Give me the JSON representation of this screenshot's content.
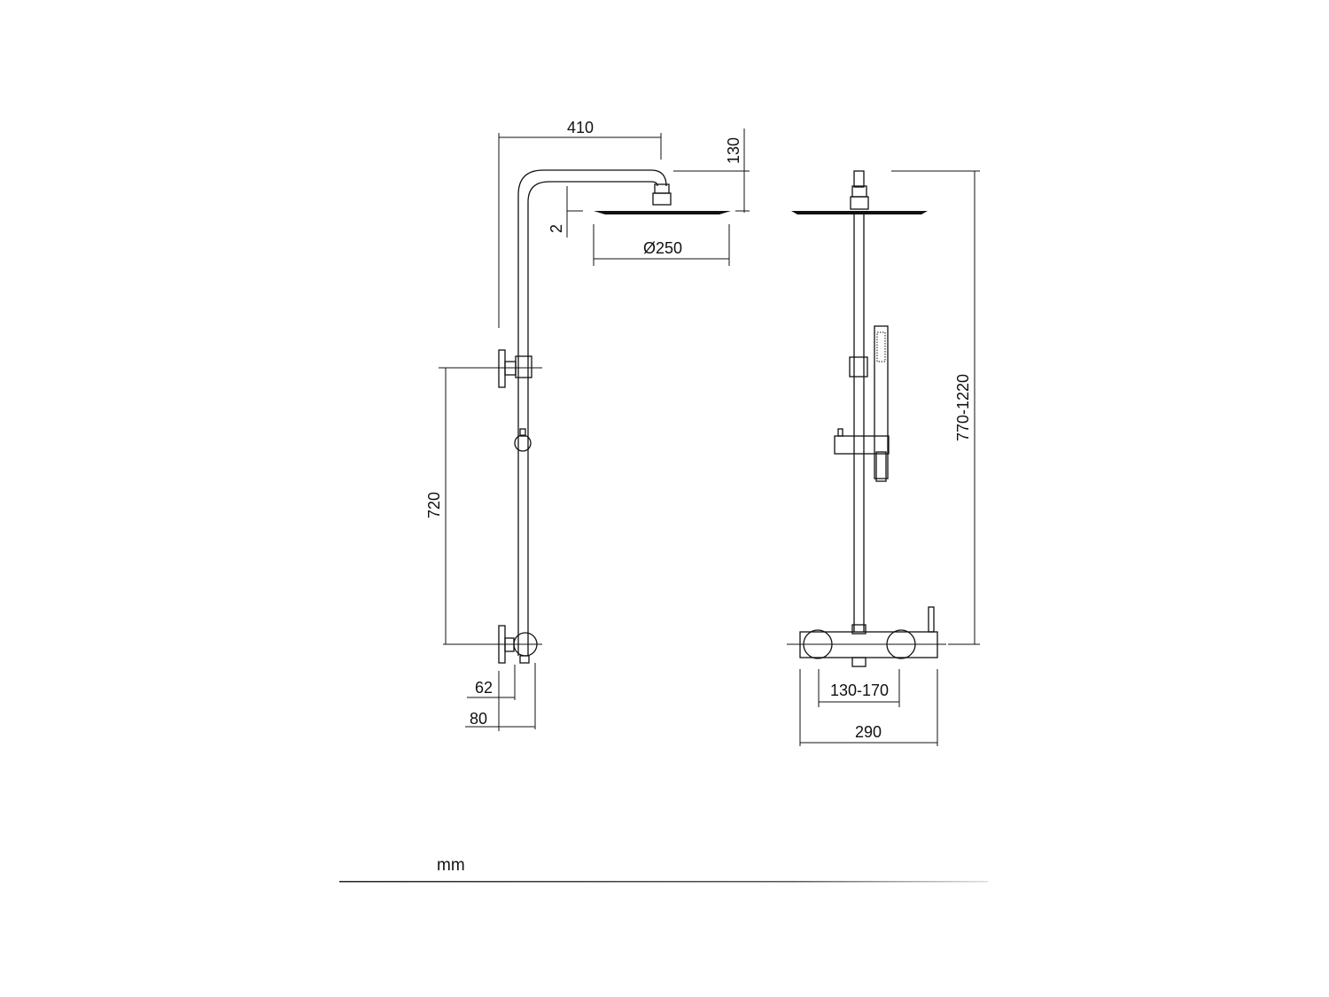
{
  "units": "mm",
  "dimensions": {
    "arm_reach": "410",
    "head_drop": "130",
    "head_thickness": "2",
    "head_diameter": "Ø250",
    "bracket_spacing": "720",
    "wall_offset_62": "62",
    "wall_offset_80": "80",
    "total_height": "770-1220",
    "inlet_centers": "130-170",
    "mixer_width": "290"
  },
  "colors": {
    "line": "#111111",
    "background": "#ffffff"
  }
}
